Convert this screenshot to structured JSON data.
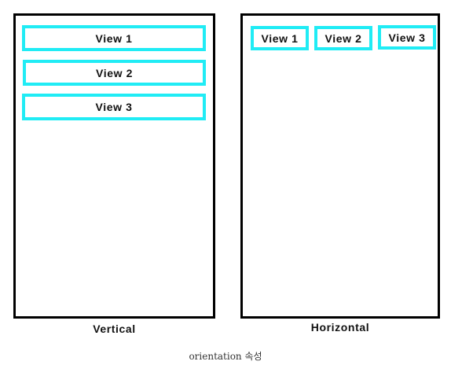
{
  "diagram": {
    "vertical": {
      "label": "Vertical",
      "views": [
        "View 1",
        "View 2",
        "View 3"
      ]
    },
    "horizontal": {
      "label": "Horizontal",
      "views": [
        "View 1",
        "View 2",
        "View 3"
      ]
    },
    "caption": "orientation 속성",
    "colors": {
      "view_border": "#20ecf5",
      "frame_border": "#000000"
    }
  }
}
